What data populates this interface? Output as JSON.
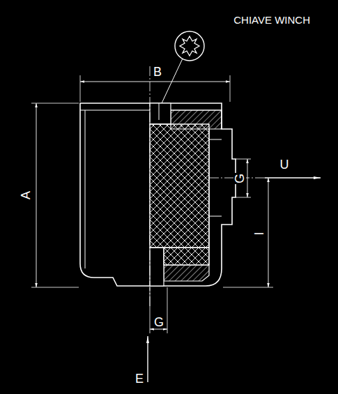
{
  "diagram": {
    "title": "CHIAVE WINCH",
    "labels": [
      "B",
      "A",
      "G",
      "U",
      "I",
      "G",
      "E"
    ]
  }
}
